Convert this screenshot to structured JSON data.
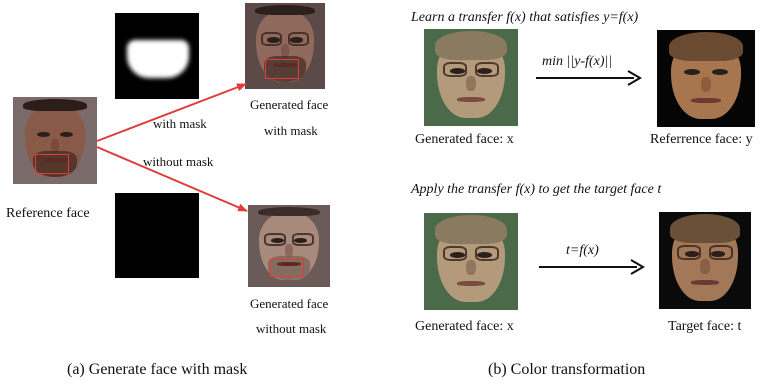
{
  "panel_a": {
    "reference_label": "Reference face",
    "with_mask_label": "with mask",
    "without_mask_label": "without mask",
    "generated_with_mask_line1": "Generated face",
    "generated_with_mask_line2": "with mask",
    "generated_without_mask_line1": "Generated face",
    "generated_without_mask_line2": "without mask",
    "caption": "(a)  Generate face with mask"
  },
  "panel_b": {
    "top_title": "Learn a transfer f(x) that satisfies y=f(x)",
    "top_arrow_label": "min ||y-f(x)||",
    "top_left_label": "Generated face: x",
    "top_right_label": "Referrence face: y",
    "bottom_title": "Apply the transfer f(x) to get the target face t",
    "bottom_arrow_label": "t=f(x)",
    "bottom_left_label": "Generated face: x",
    "bottom_right_label": "Target face: t",
    "caption": "(b)  Color transformation"
  },
  "colors": {
    "arrow_red": "#e23b3b",
    "text": "#111111"
  }
}
